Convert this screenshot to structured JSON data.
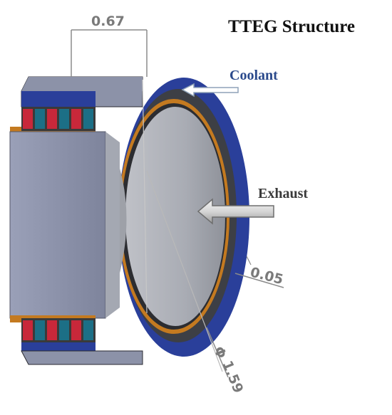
{
  "title": "TTEG Structure",
  "labels": {
    "coolant": "Coolant",
    "exhaust": "Exhaust"
  },
  "dimensions": {
    "top_width": "0.67",
    "wall_thickness": "0.05",
    "diameter": "1.59",
    "diameter_symbol": "Φ"
  },
  "colors": {
    "coolant_blue": "#2a3f9a",
    "label_blue": "#2b4a8c",
    "red_leg": "#c8283a",
    "blue_leg": "#1c6f86",
    "copper": "#c47a20",
    "body_gray": "#8c92a8",
    "dim_gray": "#7a7a7a"
  },
  "thermoelectric_legs": [
    "red",
    "blue",
    "red",
    "blue",
    "red",
    "blue"
  ]
}
